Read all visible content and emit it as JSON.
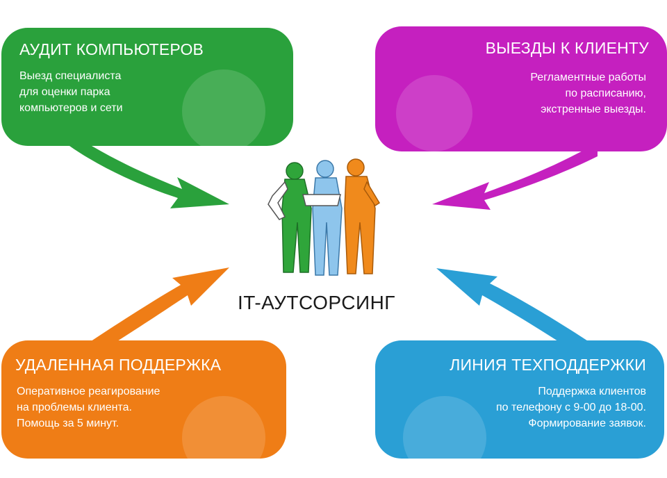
{
  "center": {
    "label": "IT-АУТСОРСИНГ"
  },
  "boxes": {
    "audit": {
      "title": "АУДИТ КОМПЬЮТЕРОВ",
      "lines": [
        "Выезд специалиста",
        "для оценки парка",
        "компьютеров и сети"
      ],
      "color": "#2aa13c"
    },
    "visits": {
      "title": "ВЫЕЗДЫ К КЛИЕНТУ",
      "lines": [
        "Регламентные работы",
        "по расписанию,",
        "экстренные выезды."
      ],
      "color": "#c520bf"
    },
    "remote": {
      "title": "УДАЛЕННАЯ ПОДДЕРЖКА",
      "lines": [
        "Оперативное реагирование",
        "на проблемы клиента.",
        "Помощь за 5 минут."
      ],
      "color": "#ef7d16"
    },
    "support": {
      "title": "ЛИНИЯ ТЕХПОДДЕРЖКИ",
      "lines": [
        "Поддержка клиентов",
        "по телефону с 9-00 до 18-00.",
        "Формирование заявок."
      ],
      "color": "#2a9fd5"
    }
  },
  "figures": {
    "left_color": "#2fa53a",
    "middle_color": "#8ec5ec",
    "right_color": "#f08a1c"
  }
}
